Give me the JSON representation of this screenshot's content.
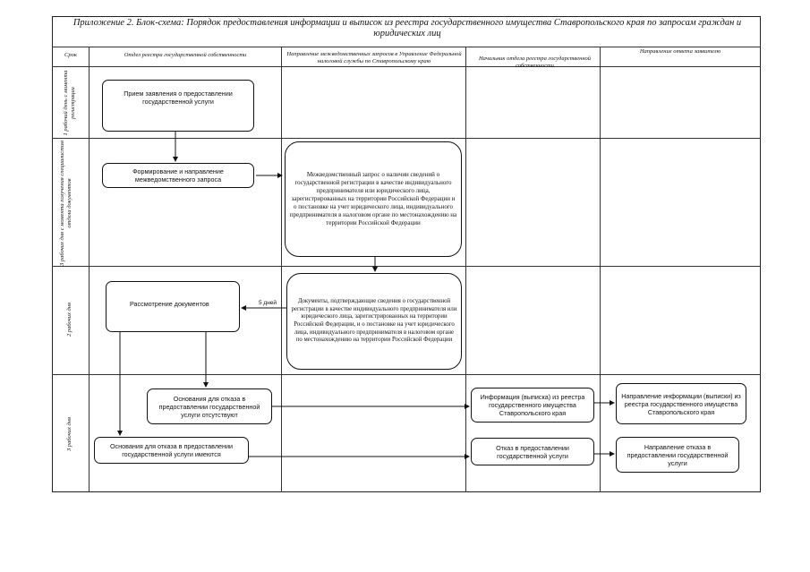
{
  "title": "Приложение 2. Блок-схема: Порядок предоставления информации и выписок из реестра государственного имущества Ставропольского края по запросам граждан и юридических лиц",
  "columns": [
    "Срок",
    "Отдел реестра государственной собственности",
    "Направление межведомственных запросов в Управление Федеральной налоговой службы по Ставропольскому краю",
    "Начальник отдела реестра государственной собственности",
    "Направление ответа заявителю"
  ],
  "rows": [
    "1 рабочий день с момента регистрации",
    "3 рабочих дня с момента получения специалистом отдела документов",
    "2 рабочих дня",
    "3 рабочих дня"
  ],
  "boxes": {
    "receive": "Прием заявления о предоставлении государственной услуги",
    "form_request": "Формирование и направление межведомственного запроса",
    "interagency_request": "Межведомственный запрос о наличии сведений о государственной регистрации в качестве индивидуального предпринимателя или юридического лица, зарегистрированных на территории Российской Федерации и о постановке на учет юридического лица, индивидуального предпринимателя в налоговом органе по местонахождению на территории Российской Федерации",
    "review": "Рассмотрение документов",
    "documents": "Документы, подтверждающие сведения о государственной регистрации в качестве индивидуального предпринимателя или юридического лица, зарегистрированных на территории Российской Федерации, и о постановке на учет юридического лица, индивидуального предпринимателя в налоговом органе по местонахождению на территории Российской Федерации",
    "no_grounds": "Основания для отказа в предоставлении государственной услуги отсутствуют",
    "grounds_exist": "Основания для отказа в предоставлении государственной услуги имеются",
    "info_extract": "Информация (выписка) из реестра государственного имущества Ставропольского края",
    "refusal": "Отказ в предоставлении государственной услуги",
    "send_info": "Направление информации (выписки) из реестра государственного имущества Ставропольского края",
    "send_refusal": "Направление отказа в предоставлении государственной услуги"
  },
  "arrow_label": "5 дней"
}
